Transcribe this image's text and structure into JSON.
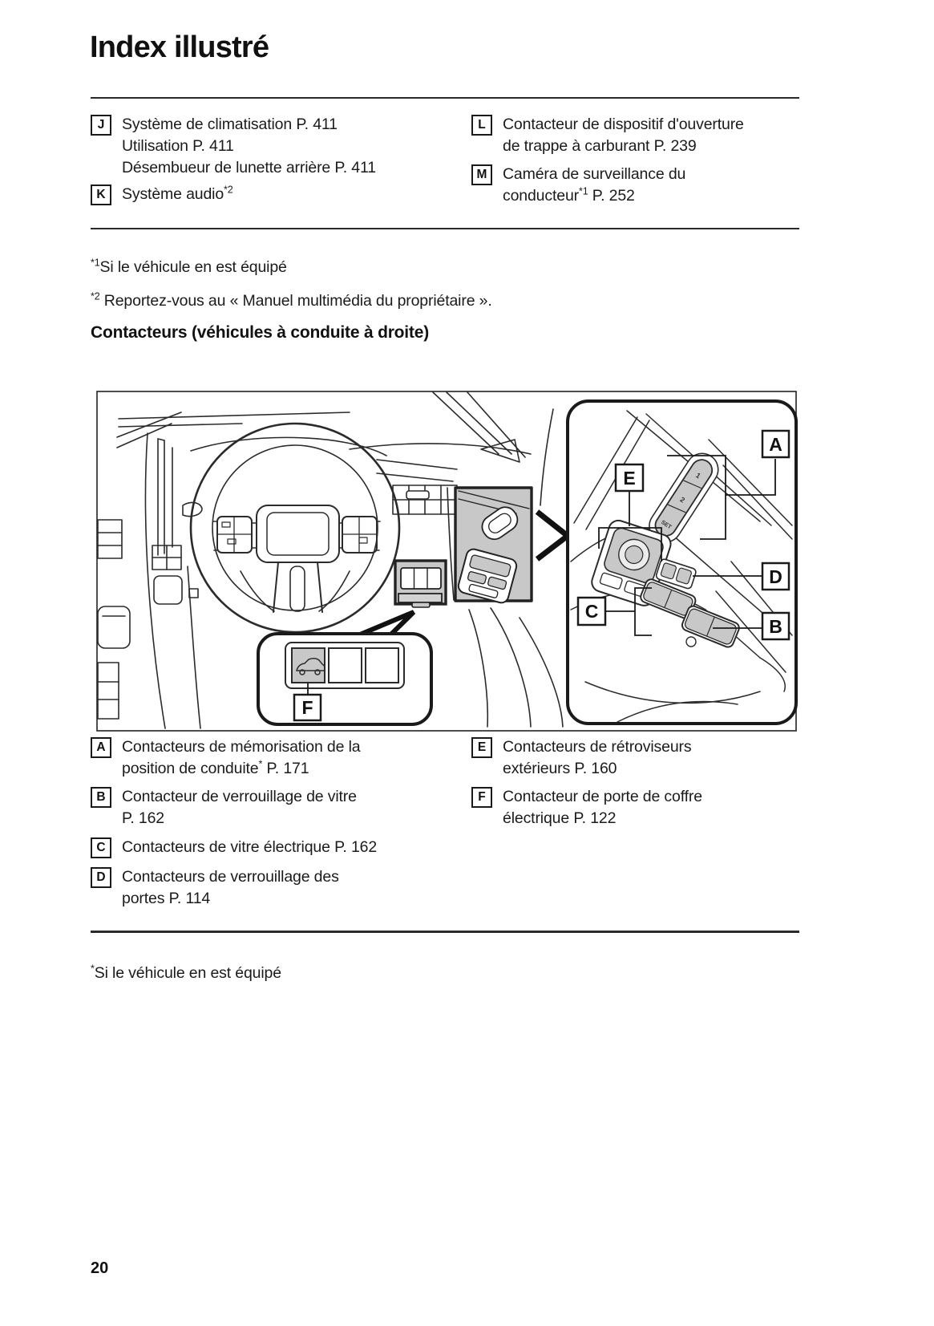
{
  "page": {
    "title": "Index illustré",
    "section_heading": "Contacteurs (véhicules à conduite à droite)",
    "page_number": "20"
  },
  "index_top": {
    "j": {
      "letter": "J",
      "line1": "Système de climatisation P. 411",
      "line2": "Utilisation P. 411",
      "line3": "Désembueur de lunette arrière P. 411"
    },
    "k": {
      "letter": "K",
      "text": "Système audio",
      "sup": "*2"
    },
    "l": {
      "letter": "L",
      "line1": "Contacteur de dispositif d'ouverture",
      "line2": "de trappe à carburant P. 239"
    },
    "m": {
      "letter": "M",
      "line1": "Caméra de surveillance du",
      "line2_pre": "conducteur",
      "line2_sup": "*1",
      "line2_post": " P. 252"
    }
  },
  "footnotes_top": {
    "fn1_sup": "*1",
    "fn1_text": "Si le véhicule en est équipé",
    "fn2_sup": "*2",
    "fn2_text": " Reportez-vous au « Manuel multimédia du propriétaire »."
  },
  "index_bottom": {
    "a": {
      "letter": "A",
      "line1": "Contacteurs de mémorisation de la",
      "line2_pre": "position de conduite",
      "line2_sup": "*",
      "line2_post": " P. 171"
    },
    "b": {
      "letter": "B",
      "line1": "Contacteur de verrouillage de vitre",
      "line2": "P. 162"
    },
    "c": {
      "letter": "C",
      "line1": "Contacteurs de vitre électrique P. 162"
    },
    "d": {
      "letter": "D",
      "line1": "Contacteurs de verrouillage des",
      "line2": "portes P. 114"
    },
    "e": {
      "letter": "E",
      "line1": "Contacteurs de rétroviseurs",
      "line2": "extérieurs P. 160"
    },
    "f": {
      "letter": "F",
      "line1": "Contacteur de porte de coffre",
      "line2": "électrique P. 122"
    }
  },
  "footnote_bottom": {
    "sup": "*",
    "text": "Si le véhicule en est équipé"
  },
  "diagram": {
    "callouts": [
      "A",
      "B",
      "C",
      "D",
      "E",
      "F"
    ],
    "memory_switch_labels": [
      "1",
      "2",
      "SET"
    ],
    "colors": {
      "shade": "#c8c8c8",
      "line": "#2b2b2b",
      "callout_border": "#1a1a1a"
    }
  }
}
